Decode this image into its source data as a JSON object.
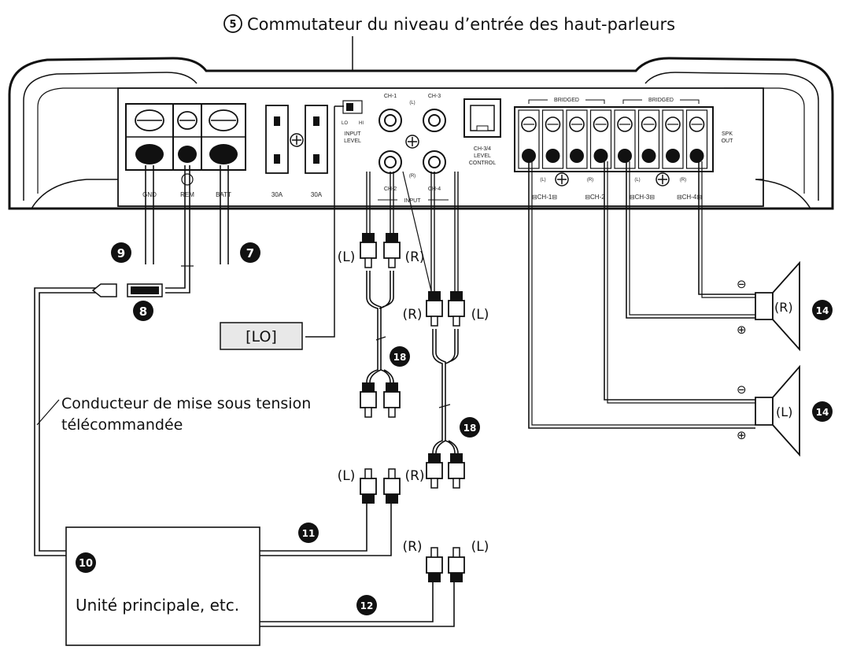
{
  "diagram": {
    "title_num": "5",
    "title_text": "Commutateur du niveau d’entrée des haut-parleurs",
    "lo_box": "[LO]",
    "remote_label_1": "Conducteur de mise sous tension",
    "remote_label_2": "télécommandée",
    "head_unit_num": "10",
    "head_unit_text": "Unité principale, etc.",
    "badges": {
      "b7": "7",
      "b8": "8",
      "b9": "9",
      "b11": "11",
      "b12": "12",
      "b14a": "14",
      "b14b": "14",
      "b18a": "18",
      "b18b": "18"
    },
    "plug_labels": {
      "L": "(L)",
      "R": "(R)"
    },
    "panel": {
      "input_level": "INPUT",
      "input_level_2": "LEVEL",
      "lo": "LO",
      "hi": "HI",
      "ch1": "CH-1",
      "ch2": "CH-2",
      "ch3": "CH-3",
      "ch4": "CH-4",
      "l": "(L)",
      "r": "(R)",
      "input": "INPUT",
      "ch34_1": "CH-3/4",
      "ch34_2": "LEVEL",
      "ch34_3": "CONTROL",
      "fuse": "30A",
      "bridged": "BRIDGED",
      "spk_1": "SPK",
      "spk_2": "OUT",
      "out_ch1": "⊟CH-1⊟",
      "out_ch2": "⊟CH-2",
      "out_ch3": "⊟CH-3⊟",
      "out_ch4": "⊟CH-4⊟",
      "gnd": "GND",
      "rem": "REM",
      "batt": "BATT"
    },
    "speakers": {
      "right": "(R)",
      "left": "(L)",
      "minus": "⊖",
      "plus": "⊕"
    }
  }
}
